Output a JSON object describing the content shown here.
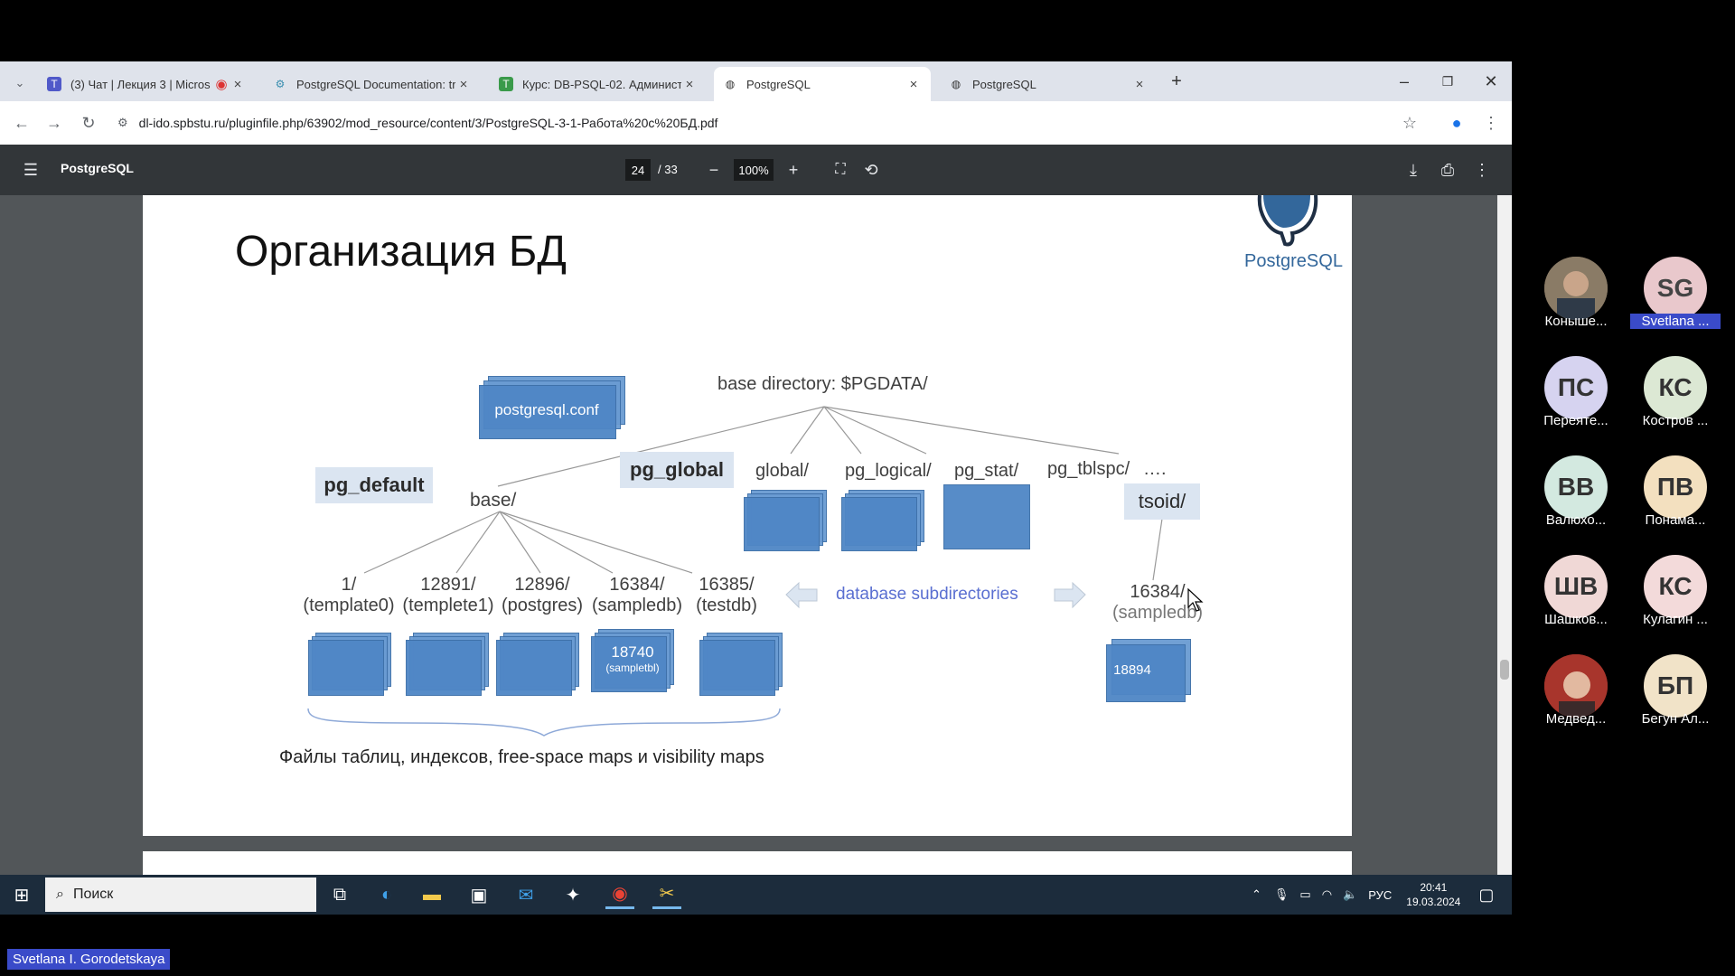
{
  "browser": {
    "tabs": [
      {
        "label": "(3) Чат | Лекция 3 | Micros"
      },
      {
        "label": "PostgreSQL Documentation: tr"
      },
      {
        "label": "Курс: DB-PSQL-02. Администр"
      },
      {
        "label": "PostgreSQL"
      },
      {
        "label": "PostgreSQL"
      }
    ],
    "url": "dl-ido.spbstu.ru/pluginfile.php/63902/mod_resource/content/3/PostgreSQL-3-1-Работа%20с%20БД.pdf"
  },
  "pdf": {
    "title": "PostgreSQL",
    "page": "24",
    "total": "/ 33",
    "zoom": "100%"
  },
  "slide": {
    "title": "Организация БД",
    "logo_text": "PostgreSQL",
    "base_directory": "base directory: $PGDATA/",
    "postgresql_conf": "postgresql.conf",
    "pg_default": "pg_default",
    "base": "base/",
    "pg_global": "pg_global",
    "global": "global/",
    "pg_logical": "pg_logical/",
    "pg_stat": "pg_stat/",
    "pg_tblspc": "pg_tblspc/",
    "dots": "….",
    "tsoid": "tsoid/",
    "dbs": [
      {
        "oid": "1/",
        "name": "(template0)"
      },
      {
        "oid": "12891/",
        "name": "(templete1)"
      },
      {
        "oid": "12896/",
        "name": "(postgres)"
      },
      {
        "oid": "16384/",
        "name": "(sampledb)"
      },
      {
        "oid": "16385/",
        "name": "(testdb)"
      }
    ],
    "db_subdirs": "database subdirectories",
    "ts_db_oid": "16384/",
    "ts_db_name": "(sampledb)",
    "file_18740": "18740",
    "file_18740_sub": "(sampletbl)",
    "file_18894": "18894",
    "caption": "Файлы таблиц, индексов, free-space maps и visibility maps"
  },
  "taskbar": {
    "search": "Поиск",
    "lang": "РУС",
    "time": "20:41",
    "date": "19.03.2024"
  },
  "participants": [
    {
      "initials": "",
      "name": "Коныше..."
    },
    {
      "initials": "SG",
      "name": "Svetlana ..."
    },
    {
      "initials": "ПС",
      "name": "Переяте..."
    },
    {
      "initials": "КС",
      "name": "Костров ..."
    },
    {
      "initials": "ВВ",
      "name": "Валюхо..."
    },
    {
      "initials": "ПВ",
      "name": "Понама..."
    },
    {
      "initials": "ШВ",
      "name": "Шашков..."
    },
    {
      "initials": "КС",
      "name": "Кулагин ..."
    },
    {
      "initials": "",
      "name": "Медвед..."
    },
    {
      "initials": "БП",
      "name": "Бегун Ал..."
    }
  ],
  "speaker": "Svetlana I. Gorodetskaya",
  "colors": {
    "accent": "#4f86c6",
    "link": "#5a6fd1",
    "speaker_bg": "#3a4bc9"
  }
}
